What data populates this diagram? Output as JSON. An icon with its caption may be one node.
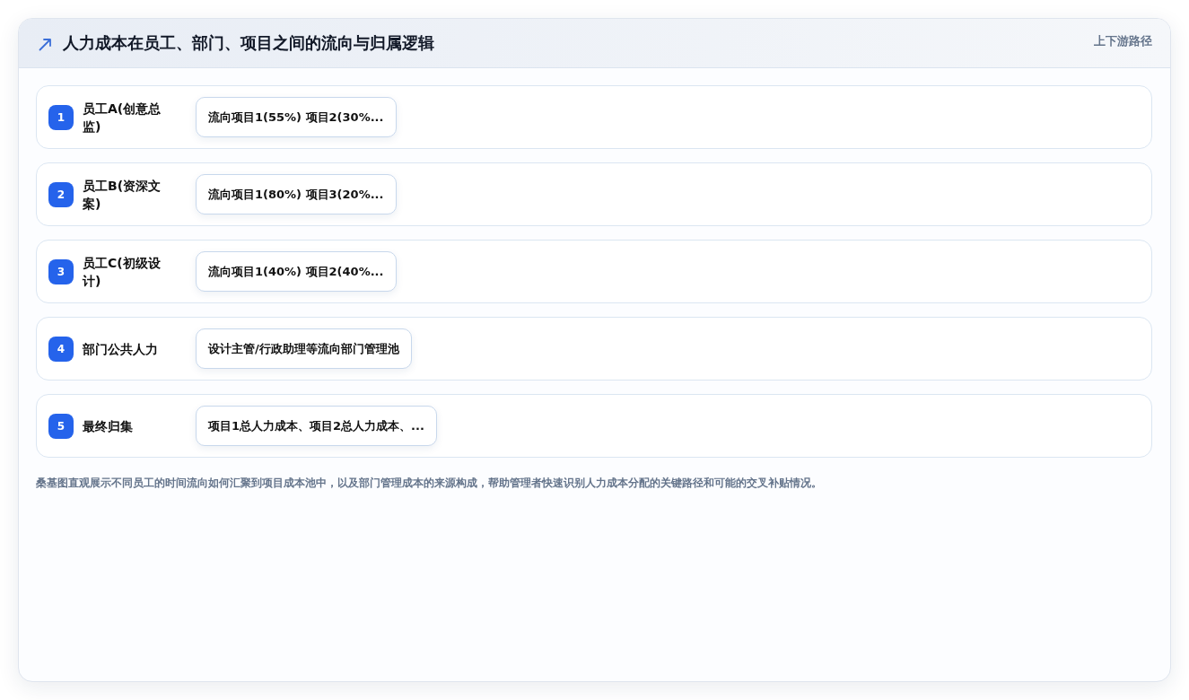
{
  "diagram": {
    "title": "人力成本在员工、部门、项目之间的流向与归属逻辑",
    "caption": "桑基图直观展示不同员工的时间流向如何汇聚到项目成本池中，以及部门管理成本的来源构成，帮助管理者快速识别人力成本分配的关键路径和可能的交叉补贴情况。",
    "nodes": [
      {
        "text": [
          "员工A(创意总监)"
        ]
      },
      {
        "text": [
          "1"
        ],
        "in": 0
      },
      {
        "text": [
          "流向项目1(55%) 项目2(30%..."
        ],
        "in": 0
      },
      {
        "text": [
          "员工B(资深文案)"
        ]
      },
      {
        "text": [
          "2"
        ],
        "in": 3
      },
      {
        "text": [
          "流向项目1(80%) 项目3(20%..."
        ],
        "in": 3
      },
      {
        "text": [
          "员工C(初级设计)"
        ]
      },
      {
        "text": [
          "3"
        ],
        "in": 6
      },
      {
        "text": [
          "流向项目1(40%) 项目2(40%..."
        ],
        "in": 6
      },
      {
        "text": [
          "部门公共人力"
        ]
      },
      {
        "text": [
          "4"
        ],
        "in": 9
      },
      {
        "text": [
          "设计主管/行政助理等流向部门管理池"
        ],
        "in": 9
      },
      {
        "text": [
          "最终归集"
        ]
      },
      {
        "text": [
          "5"
        ],
        "in": 12
      },
      {
        "text": [
          "项目1总人力成本、项目2总人力成本、..."
        ],
        "in": 12
      }
    ],
    "labels": [
      "上下游路径"
    ]
  }
}
